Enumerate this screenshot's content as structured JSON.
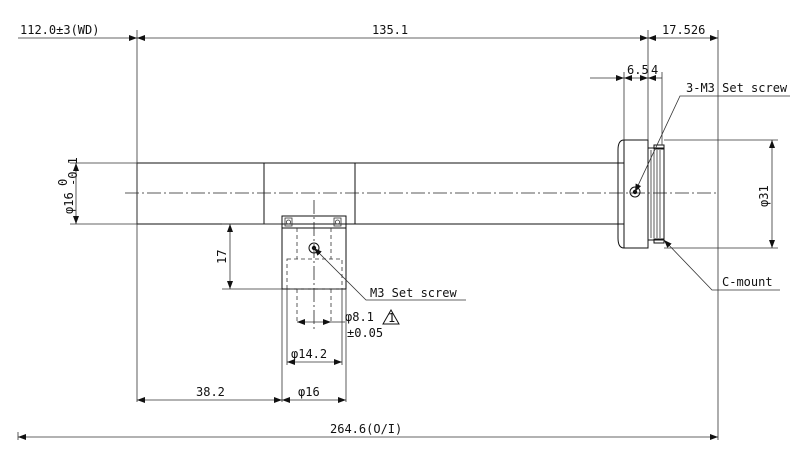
{
  "drawing": {
    "dimensions": {
      "working_distance": "112.0±3(WD)",
      "tube_length": "135.1",
      "mount_length": "17.526",
      "flange_width_a": "6.5",
      "flange_width_b": "4",
      "tube_diameter": "φ16",
      "tube_tolerance_upper": "0",
      "tube_tolerance_lower": "-0.1",
      "mount_diameter": "φ31",
      "port_height": "17",
      "port_offset": "38.2",
      "port_outer_diameter": "φ16",
      "port_mid_diameter": "φ14.2",
      "port_inner_diameter": "φ8.1",
      "port_inner_tolerance": "±0.05",
      "tolerance_flag": "1",
      "total_length": "264.6(O/I)"
    },
    "notes": {
      "mount_set_screw": "3-M3 Set screw",
      "port_set_screw": "M3 Set screw",
      "c_mount": "C-mount"
    }
  }
}
